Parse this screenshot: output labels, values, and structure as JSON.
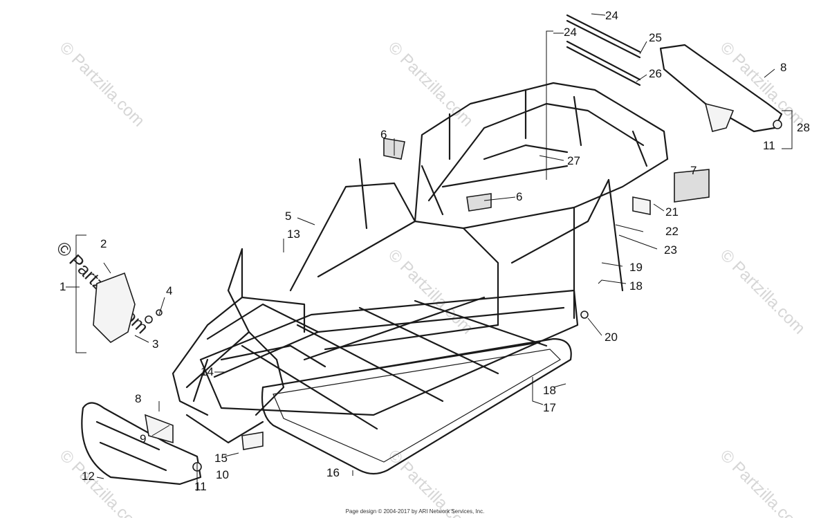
{
  "diagram": {
    "callouts": [
      "24",
      "24",
      "25",
      "26",
      "8",
      "28",
      "11",
      "6",
      "27",
      "7",
      "6",
      "21",
      "22",
      "5",
      "13",
      "23",
      "2",
      "19",
      "18",
      "1",
      "4",
      "20",
      "3",
      "14",
      "18",
      "17",
      "8",
      "9",
      "15",
      "16",
      "12",
      "10",
      "11"
    ],
    "watermark_text": "© Partzilla.com"
  },
  "footer": "Page design © 2004-2017 by ARI Network Services, Inc."
}
